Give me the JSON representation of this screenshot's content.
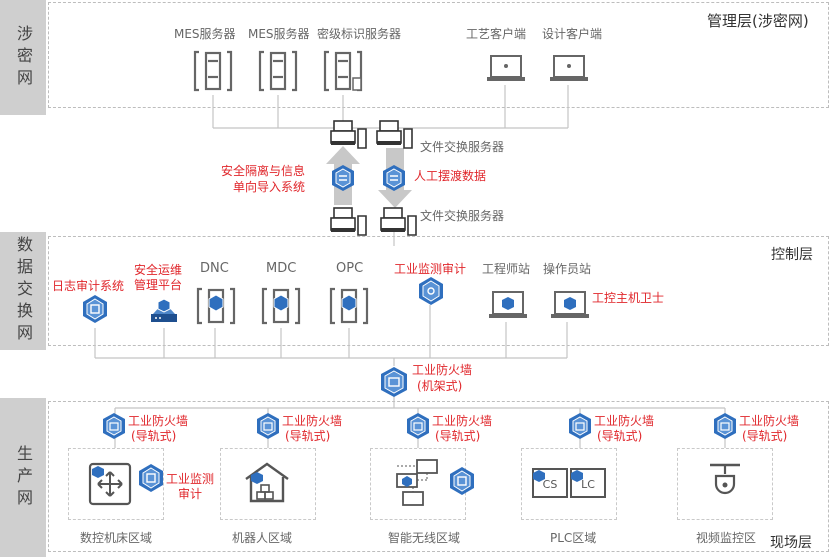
{
  "layers": {
    "sheimi": "涉密网",
    "data_exchange": "数据交换网",
    "production": "生产网"
  },
  "zones": {
    "mgmt": "管理层(涉密网)",
    "control": "控制层",
    "field": "现场层"
  },
  "mgmt": {
    "mes1": "MES服务器",
    "mes2": "MES服务器",
    "secret": "密级标识服务器",
    "craft": "工艺客户端",
    "design": "设计客户端"
  },
  "exchange": {
    "file_top": "文件交换服务器",
    "file_bottom": "文件交换服务器",
    "isolation_1": "安全隔离与信息",
    "isolation_2": "单向导入系统",
    "manual": "人工摆渡数据"
  },
  "control": {
    "log_audit": "日志审计系统",
    "ops_1": "安全运维",
    "ops_2": "管理平台",
    "dnc": "DNC",
    "mdc": "MDC",
    "opc": "OPC",
    "monitor_audit": "工业监测审计",
    "engineer": "工程师站",
    "operator": "操作员站",
    "host_guard": "工控主机卫士"
  },
  "main_fw": {
    "line1": "工业防火墙",
    "line2": "(机架式)"
  },
  "field": {
    "fw_line1": "工业防火墙",
    "fw_line2": "(导轨式)",
    "cnc_audit_1": "工业监测",
    "cnc_audit_2": "审计",
    "areas": [
      "数控机床区域",
      "机器人区域",
      "智能无线区域",
      "PLC区域",
      "视频监控区"
    ]
  },
  "colors": {
    "red": "#e0262b",
    "shield_blue": "#2f6fbe",
    "side_gray": "#cfcfcf",
    "line_gray": "#bfbfbf"
  }
}
